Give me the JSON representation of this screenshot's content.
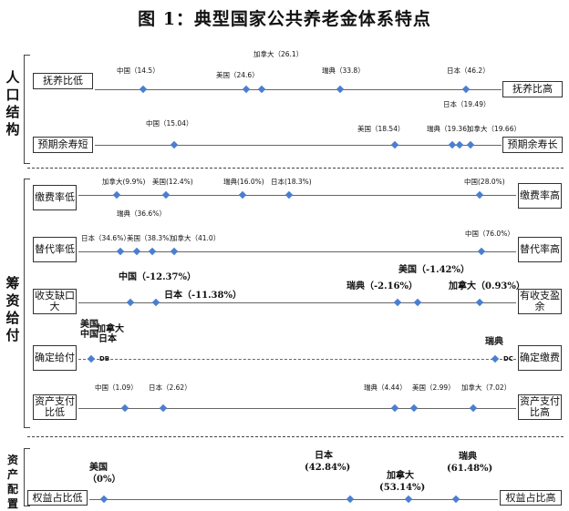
{
  "title": "图 1：典型国家公共养老金体系特点",
  "sections": {
    "population": "人口结构",
    "financing": "筹资给付",
    "assets": "资产配置"
  },
  "rows": {
    "dependency": {
      "left": "抚养比低",
      "right": "抚养比高",
      "points": [
        {
          "label": "中国（14.5）",
          "value": 14.5
        },
        {
          "label": "美国（24.6）",
          "value": 24.6
        },
        {
          "label": "加拿大（26.1）",
          "value": 26.1
        },
        {
          "label": "瑞典（33.8）",
          "value": 33.8
        },
        {
          "label": "日本（46.2）",
          "value": 46.2
        }
      ]
    },
    "life": {
      "left": "预期余寿短",
      "right": "预期余寿长",
      "points": [
        {
          "label": "中国（15.04）",
          "value": 15.04
        },
        {
          "label": "美国（18.54）",
          "value": 18.54
        },
        {
          "label": "瑞典（19.36）",
          "value": 19.36
        },
        {
          "label": "日本（19.49）",
          "value": 19.49
        },
        {
          "label": "加拿大（19.66）",
          "value": 19.66
        }
      ]
    },
    "contribution": {
      "left": "缴费率低",
      "right": "缴费率高",
      "points": [
        {
          "label": "加拿大(9.9%)",
          "value": 9.9
        },
        {
          "label": "美国(12.4%)",
          "value": 12.4
        },
        {
          "label": "瑞典(16.0%)",
          "value": 16.0
        },
        {
          "label": "日本(18.3%)",
          "value": 18.3
        },
        {
          "label": "中国(28.0%)",
          "value": 28.0
        }
      ]
    },
    "replacement": {
      "left": "替代率低",
      "right": "替代率高",
      "points": [
        {
          "label": "日本（34.6%）",
          "value": 34.6
        },
        {
          "label": "瑞典（36.6%）",
          "value": 36.6
        },
        {
          "label": "美国（38.3%）",
          "value": 38.3
        },
        {
          "label": "加拿大（41.0）",
          "value": 41.0
        },
        {
          "label": "中国（76.0%）",
          "value": 76.0
        }
      ]
    },
    "balance": {
      "left": "收支缺口大",
      "right": "有收支盈余",
      "points": [
        {
          "label": "中国（-12.37%）",
          "value": -12.37
        },
        {
          "label": "日本（-11.38%）",
          "value": -11.38
        },
        {
          "label": "瑞典（-2.16%）",
          "value": -2.16
        },
        {
          "label": "美国（-1.42%）",
          "value": -1.42
        },
        {
          "label": "加拿大（0.93%）",
          "value": 0.93
        }
      ]
    },
    "db": {
      "left": "确定给付",
      "right": "确定缴费",
      "left_group": [
        "美国",
        "中国",
        "加拿大",
        "日本"
      ],
      "right_group": [
        "瑞典"
      ],
      "db_tag": "DB",
      "dc_tag": "DC"
    },
    "asset_ratio": {
      "left": "资产支付比低",
      "right": "资产支付比高",
      "points": [
        {
          "label": "中国（1.09）",
          "value": 1.09
        },
        {
          "label": "日本（2.62）",
          "value": 2.62
        },
        {
          "label": "瑞典（4.44）",
          "value": 4.44
        },
        {
          "label": "美国（2.99）",
          "value": 2.99
        },
        {
          "label": "加拿大（7.02）",
          "value": 7.02
        }
      ]
    },
    "equity": {
      "left": "权益占比低",
      "right": "权益占比高",
      "points": [
        {
          "label": "美国",
          "sub": "（0%）",
          "value": 0
        },
        {
          "label": "日本",
          "sub": "(42.84%)",
          "value": 42.84
        },
        {
          "label": "加拿大",
          "sub": "(53.14%)",
          "value": 53.14
        },
        {
          "label": "瑞典",
          "sub": "(61.48%)",
          "value": 61.48
        }
      ]
    }
  },
  "colors": {
    "marker": "#4a7fd0"
  }
}
